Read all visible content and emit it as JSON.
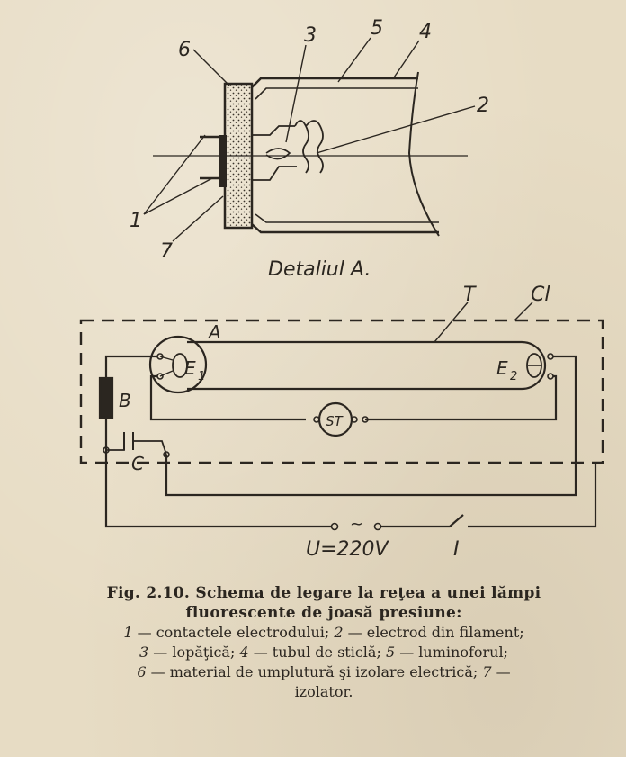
{
  "detail": {
    "labels": {
      "n1": "1",
      "n2": "2",
      "n3": "3",
      "n4": "4",
      "n5": "5",
      "n6": "6",
      "n7": "7"
    },
    "caption": "Detaliul A."
  },
  "circuit": {
    "label_T": "T",
    "label_Cl": "Cl",
    "label_A": "A",
    "label_E1": "E",
    "label_E1_sub": "1",
    "label_E2": "E",
    "label_E2_sub": "2",
    "label_B": "B",
    "label_C": "C",
    "label_ST": "ST",
    "label_U": "U=220V",
    "label_I": "I",
    "tilde": "~"
  },
  "figure": {
    "title_line1": "Fig. 2.10. Schema de legare la reţea a unei lămpi",
    "title_line2": "fluorescente de joasă presiune:",
    "legend": [
      {
        "num": "1",
        "text": " — contactele electrodului; "
      },
      {
        "num": "2",
        "text": " — electrod din filament;"
      },
      {
        "num": "3",
        "text": " — lopăţică; "
      },
      {
        "num": "4",
        "text": " — tubul de sticlă; "
      },
      {
        "num": "5",
        "text": " — luminoforul;"
      },
      {
        "num": "6",
        "text": " — material de umplutură şi izolare electrică; "
      },
      {
        "num": "7",
        "text": " —"
      },
      {
        "num": "",
        "text": "izolator."
      }
    ]
  }
}
